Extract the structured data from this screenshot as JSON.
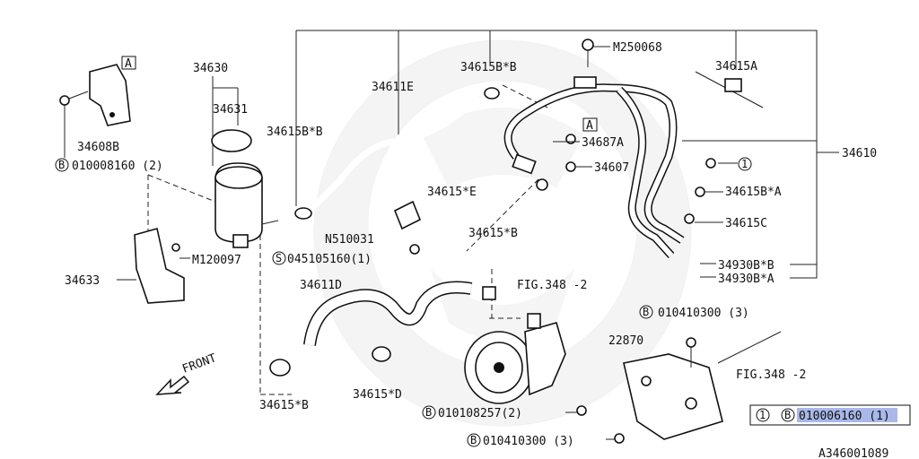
{
  "parts": {
    "p34630": "34630",
    "p34631": "34631",
    "p34611E": "34611E",
    "p34615BB_top": "34615B*B",
    "p34615BB_left": "34615B*B",
    "p34615A": "34615A",
    "pM250068": "M250068",
    "p34608B": "34608B",
    "b010008160": "010008160 (2)",
    "p34687A": "34687A",
    "p34607": "34607",
    "p34610": "34610",
    "p34615E": "34615*E",
    "pN510031": "N510031",
    "s045105160": "045105160(1)",
    "pM120097": "M120097",
    "p34633": "34633",
    "p34615B_mid": "34615*B",
    "p34615BA": "34615B*A",
    "p34615C": "34615C",
    "p34930BB": "34930B*B",
    "p34930BA": "34930B*A",
    "p34611D": "34611D",
    "fig348a": "FIG.348 -2",
    "b010410300_top": "010410300 (3)",
    "p22870": "22870",
    "fig348b": "FIG.348 -2",
    "p34615D": "34615*D",
    "p34615B_bottom": "34615*B",
    "b010108257": "010108257(2)",
    "b010410300_bottom": "010410300 (3)",
    "front": "FRONT",
    "legend_num": "010006160 (1)",
    "diagram_id": "A346001089"
  },
  "markers": {
    "a": "A",
    "one": "1",
    "b": "B",
    "s": "S"
  }
}
